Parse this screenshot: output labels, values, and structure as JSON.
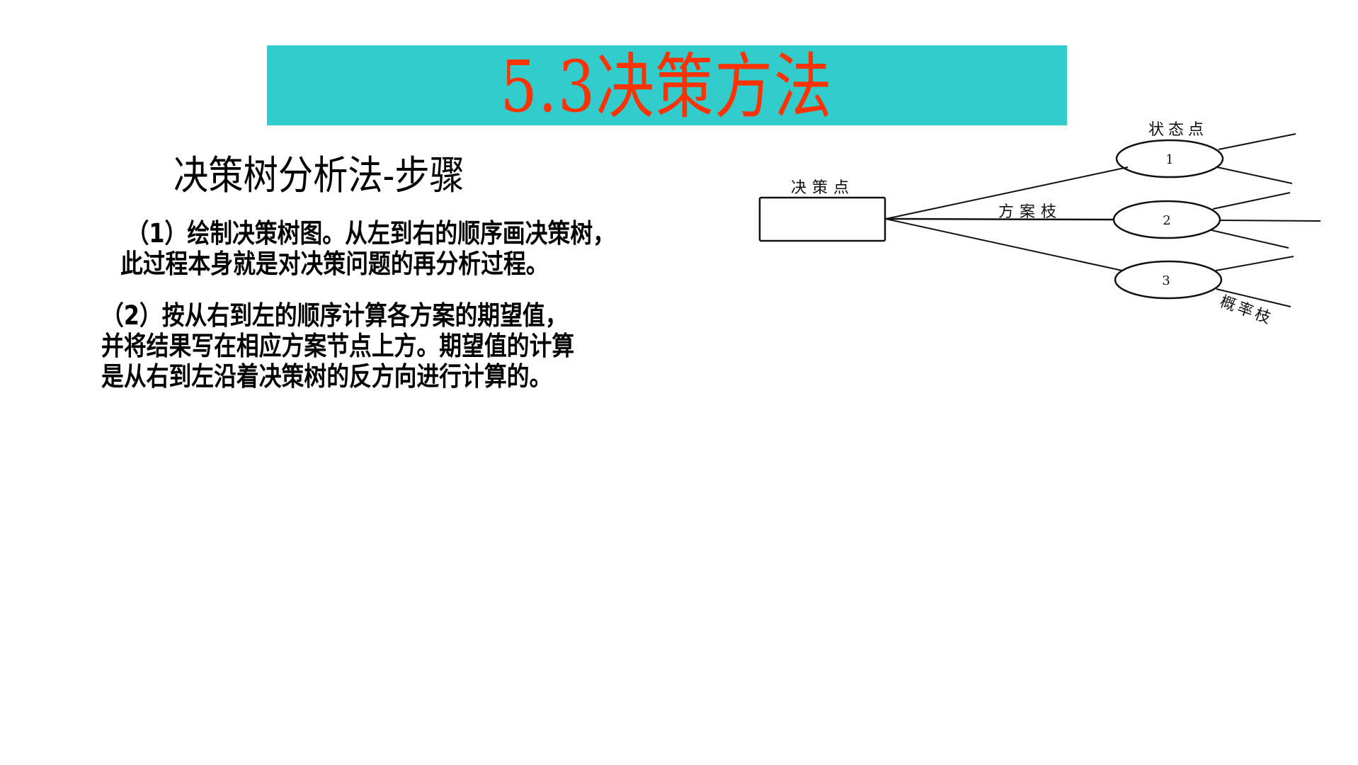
{
  "slide": {
    "title": "5.3决策方法",
    "title_color": "#FF3300",
    "banner_color": "#33CCCC",
    "subtitle": "决策树分析法-步骤",
    "steps": [
      {
        "lines": [
          "（1）绘制决策树图。从左到右的顺序画决策树，",
          "此过程本身就是对决策问题的再分析过程。"
        ]
      },
      {
        "lines": [
          "（2）按从右到左的顺序计算各方案的期望值，",
          "并将结果写在相应方案节点上方。期望值的计算",
          "是从右到左沿着决策树的反方向进行计算的。"
        ]
      }
    ]
  },
  "diagram": {
    "decision_node_label": "决策点",
    "state_node_label": "状态点",
    "option_branch_label": "方案枝",
    "probability_branch_label": "概率枝",
    "state_nodes": [
      {
        "label": "1"
      },
      {
        "label": "2"
      },
      {
        "label": "3"
      }
    ]
  }
}
